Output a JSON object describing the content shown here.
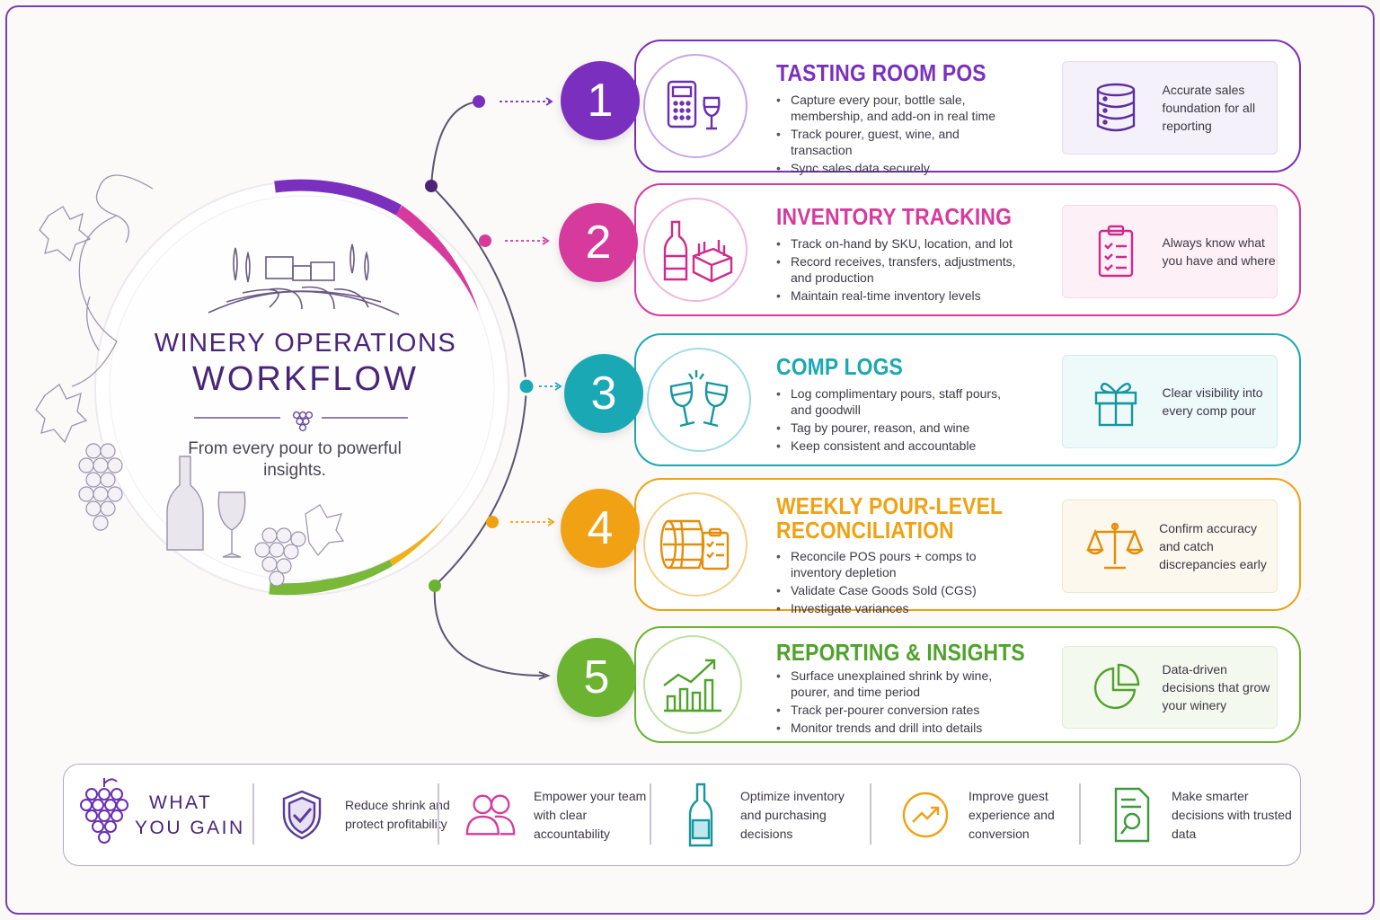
{
  "hero": {
    "title_line1": "WINERY OPERATIONS",
    "title_line2": "WORKFLOW",
    "subtitle": "From every pour to powerful insights."
  },
  "steps": [
    {
      "number": "1",
      "title": "TASTING ROOM POS",
      "color": "#7b2fbf",
      "icon": "pos-terminal-wine-glass-icon",
      "bullets": [
        "Capture every pour, bottle sale, membership, and add-on in real time",
        "Track pourer, guest, wine, and transaction",
        "Sync sales data securely"
      ],
      "benefit": "Accurate sales foundation for all reporting",
      "benefit_icon": "database-icon"
    },
    {
      "number": "2",
      "title": "INVENTORY TRACKING",
      "color": "#d63a9c",
      "icon": "bottle-crate-icon",
      "bullets": [
        "Track on-hand by SKU, location, and lot",
        "Record receives, transfers, adjustments, and production",
        "Maintain real-time inventory levels"
      ],
      "benefit": "Always know what you have and where",
      "benefit_icon": "clipboard-checklist-icon"
    },
    {
      "number": "3",
      "title": "COMP LOGS",
      "color": "#1aa9b4",
      "icon": "clinking-glasses-icon",
      "bullets": [
        "Log complimentary pours, staff pours, and goodwill",
        "Tag by pourer, reason, and wine",
        "Keep consistent and accountable"
      ],
      "benefit": "Clear visibility into every comp pour",
      "benefit_icon": "gift-icon"
    },
    {
      "number": "4",
      "title_line1": "WEEKLY POUR-LEVEL",
      "title_line2": "RECONCILIATION",
      "color": "#f0a114",
      "icon": "barrel-checklist-icon",
      "bullets": [
        "Reconcile POS pours + comps to inventory depletion",
        "Validate Case Goods Sold (CGS)",
        "Investigate variances"
      ],
      "benefit": "Confirm accuracy and catch discrepancies early",
      "benefit_icon": "balance-scale-icon"
    },
    {
      "number": "5",
      "title": "REPORTING & INSIGHTS",
      "color": "#6cb332",
      "icon": "growth-bar-chart-icon",
      "bullets": [
        "Surface unexplained shrink by wine, pourer, and time period",
        "Track per-pourer conversion rates",
        "Monitor trends and drill into details"
      ],
      "benefit": "Data-driven decisions that grow your winery",
      "benefit_icon": "pie-chart-icon"
    }
  ],
  "gain": {
    "label_line1": "WHAT",
    "label_line2": "YOU GAIN",
    "items": [
      {
        "text": "Reduce shrink and protect profitability",
        "icon": "shield-check-icon",
        "color": "#5a3b9c"
      },
      {
        "text": "Empower your team with clear accountability",
        "icon": "team-icon",
        "color": "#d63a9c"
      },
      {
        "text": "Optimize inventory and purchasing decisions",
        "icon": "wine-bottle-icon",
        "color": "#1aa9b4"
      },
      {
        "text": "Improve guest experience and conversion",
        "icon": "trend-up-icon",
        "color": "#f0a114"
      },
      {
        "text": "Make smarter decisions with trusted data",
        "icon": "document-search-icon",
        "color": "#3d9a3c"
      }
    ]
  }
}
